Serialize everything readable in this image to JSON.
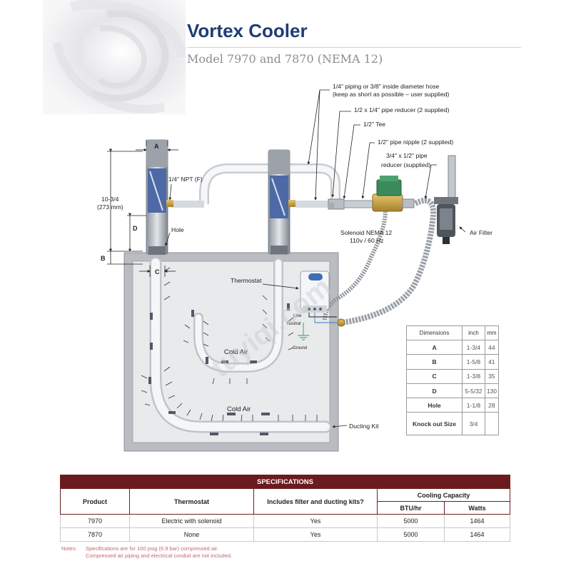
{
  "header": {
    "title": "Vortex Cooler",
    "subtitle": "Model 7970 and 7870 (NEMA 12)"
  },
  "diagram": {
    "callouts": {
      "piping_line1": "1/4\" piping or 3/8\" inside diameter hose",
      "piping_line2": "(keep as short as possible – user supplied)",
      "reducer": "1/2 x 1/4\" pipe reducer (2 supplied)",
      "tee": "1/2\" Tee",
      "nipple": "1/2\" pipe nipple (2 supplied)",
      "reducer2_line1": "3/4\" x 1/2\" pipe",
      "reducer2_line2": "reducer (supplied)",
      "npt": "1/4\" NPT (F)",
      "hole": "Hole",
      "solenoid_line1": "Solenoid NEMA 12",
      "solenoid_line2": "110v / 60 Hz",
      "air_filter": "Air Filter",
      "thermostat": "Thermostat",
      "line": "Line",
      "neutral": "Neutral",
      "ground": "Ground",
      "cold_air_1": "Cold Air",
      "cold_air_2": "Cold Air",
      "ducting_kit": "Ducting Kit",
      "height_line1": "10-3/4",
      "height_line2": "(273 mm)",
      "dim_a": "A",
      "dim_b": "B",
      "dim_c": "C",
      "dim_d": "D",
      "watermark": "tuyiqi.com"
    }
  },
  "dimensions": {
    "headers": [
      "Dimensions",
      "inch",
      "mm"
    ],
    "rows": [
      {
        "label": "A",
        "inch": "1-3/4",
        "mm": "44"
      },
      {
        "label": "B",
        "inch": "1-5/8",
        "mm": "41"
      },
      {
        "label": "C",
        "inch": "1-3/8",
        "mm": "35"
      },
      {
        "label": "D",
        "inch": "5-5/32",
        "mm": "130"
      },
      {
        "label": "Hole",
        "inch": "1-1/8",
        "mm": "28"
      },
      {
        "label": "Knock out Size",
        "inch": "3/4",
        "mm": ""
      }
    ]
  },
  "specifications": {
    "banner": "SPECIFICATIONS",
    "headers": {
      "product": "Product",
      "thermostat": "Thermostat",
      "kits": "Includes filter and ducting kits?",
      "cooling": "Cooling Capacity",
      "btu": "BTU/hr",
      "watts": "Watts"
    },
    "rows": [
      {
        "product": "7970",
        "thermostat": "Electric with solenoid",
        "kits": "Yes",
        "btu": "5000",
        "watts": "1464"
      },
      {
        "product": "7870",
        "thermostat": "None",
        "kits": "Yes",
        "btu": "5000",
        "watts": "1464"
      }
    ],
    "notes_label": "Notes:",
    "notes": [
      "Specifications are for 100 psig (6.9 bar) compressed air.",
      "Compressed air piping and electrical conduit are not included."
    ]
  }
}
